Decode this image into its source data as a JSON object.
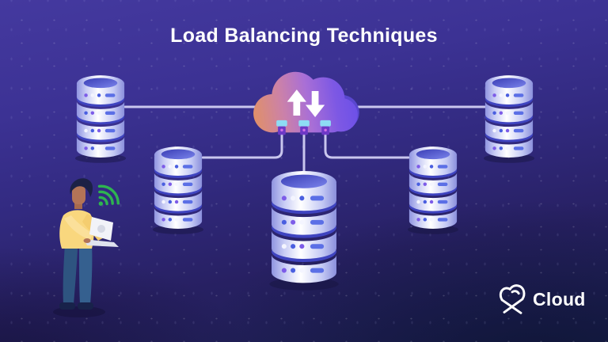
{
  "title": "Load Balancing Techniques",
  "logo": {
    "label": "Cloud",
    "icon": "heart-cloud-icon"
  },
  "diagram": {
    "type": "network-illustration",
    "center_node": "load-balancer-cloud",
    "center_node_glyph": "up-down-arrows",
    "server_nodes": [
      "database-server-far-left",
      "database-server-left",
      "database-server-center-large",
      "database-server-right",
      "database-server-far-right"
    ],
    "client_node": "person-with-laptop",
    "client_signal": "wifi-signal",
    "connections": [
      "server-far-left — cloud — server-far-right (horizontal bus)",
      "cloud plug 1 → server-left",
      "cloud plug 2 → server-center-large",
      "cloud plug 3 → server-right"
    ]
  },
  "colors": {
    "background_top": "#44399f",
    "background_bottom": "#1c1f50",
    "connection_line": "#c9c6ee",
    "cloud_orange": "#e09069",
    "cloud_purple": "#a96fd6",
    "cloud_violet": "#6a4fe8",
    "server_body": "#ffffff",
    "server_rim": "#3f44c0",
    "plug_cyan": "#8edcf4",
    "wifi_green": "#2eb450",
    "sweater_yellow": "#f9d77e",
    "pants_blue": "#2e5480",
    "title_text": "#ffffff"
  }
}
